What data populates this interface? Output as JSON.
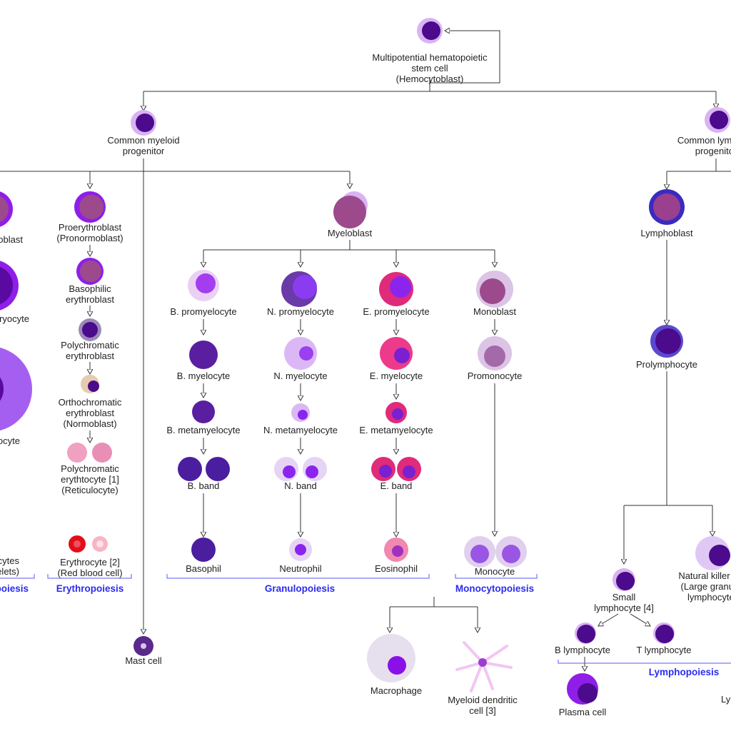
{
  "nodes": {
    "hsc": [
      "Multipotential hematopoietic",
      "stem cell",
      "(Hemocytoblast)"
    ],
    "cmp": [
      "Common myeloid",
      "progenitor"
    ],
    "clp": [
      "Common lymphoid",
      "progenitor"
    ],
    "megakaryoblast": [
      "Megakaryoblast"
    ],
    "promegakaryocyte": [
      "Promegakaryocyte"
    ],
    "megakaryocyte": [
      "Megakaryocyte"
    ],
    "thrombocytes": [
      "Thrombocytes",
      "(Platelets)"
    ],
    "proerythroblast": [
      "Proerythroblast",
      "(Pronormoblast)"
    ],
    "basophilic_erythroblast": [
      "Basophilic",
      "erythroblast"
    ],
    "polychromatic_erythroblast": [
      "Polychromatic",
      "erythroblast"
    ],
    "orthochromatic_erythroblast": [
      "Orthochromatic",
      "erythroblast",
      "(Normoblast)"
    ],
    "polychromatic_erythrocyte": [
      "Polychromatic",
      "erythtocyte [1]",
      "(Reticulocyte)"
    ],
    "erythrocyte": [
      "Erythrocyte [2]",
      "(Red blood cell)"
    ],
    "myeloblast": [
      "Myeloblast"
    ],
    "b_promyelocyte": [
      "B. promyelocyte"
    ],
    "n_promyelocyte": [
      "N. promyelocyte"
    ],
    "e_promyelocyte": [
      "E. promyelocyte"
    ],
    "monoblast": [
      "Monoblast"
    ],
    "b_myelocyte": [
      "B. myelocyte"
    ],
    "n_myelocyte": [
      "N. myelocyte"
    ],
    "e_myelocyte": [
      "E. myelocyte"
    ],
    "promonocyte": [
      "Promonocyte"
    ],
    "b_metamyelocyte": [
      "B. metamyelocyte"
    ],
    "n_metamyelocyte": [
      "N. metamyelocyte"
    ],
    "e_metamyelocyte": [
      "E. metamyelocyte"
    ],
    "b_band": [
      "B. band"
    ],
    "n_band": [
      "N. band"
    ],
    "e_band": [
      "E. band"
    ],
    "basophil": [
      "Basophil"
    ],
    "neutrophil": [
      "Neutrophil"
    ],
    "eosinophil": [
      "Eosinophil"
    ],
    "monocyte": [
      "Monocyte"
    ],
    "mast_cell": [
      "Mast cell"
    ],
    "macrophage": [
      "Macrophage"
    ],
    "myeloid_dendritic": [
      "Myeloid dendritic",
      "cell [3]"
    ],
    "lymphoblast": [
      "Lymphoblast"
    ],
    "prolymphocyte": [
      "Prolymphocyte"
    ],
    "small_lymphocyte": [
      "Small",
      "lymphocyte [4]"
    ],
    "natural_killer": [
      "Natural killer cell",
      "(Large granular",
      "lymphocyte)"
    ],
    "b_lymphocyte": [
      "B lymphocyte"
    ],
    "t_lymphocyte": [
      "T lymphocyte"
    ],
    "plasma_cell": [
      "Plasma cell"
    ],
    "lymphoid_dendritic": [
      "Lymphoid dendritic cell"
    ]
  },
  "groups": {
    "thrombopoiesis": "Thrombopoiesis",
    "erythropoiesis": "Erythropoiesis",
    "granulopoiesis": "Granulopoiesis",
    "monocytopoiesis": "Monocytopoiesis",
    "lymphopoiesis": "Lymphopoiesis"
  },
  "colors": {
    "group_label": "#2b2bf0",
    "nucleus": "#4b0b8c",
    "cytoplasm_purple": "#8f1ee8",
    "cytoplasm_lavender": "#d9b3f2",
    "erythrocyte_red": "#e0101a"
  }
}
